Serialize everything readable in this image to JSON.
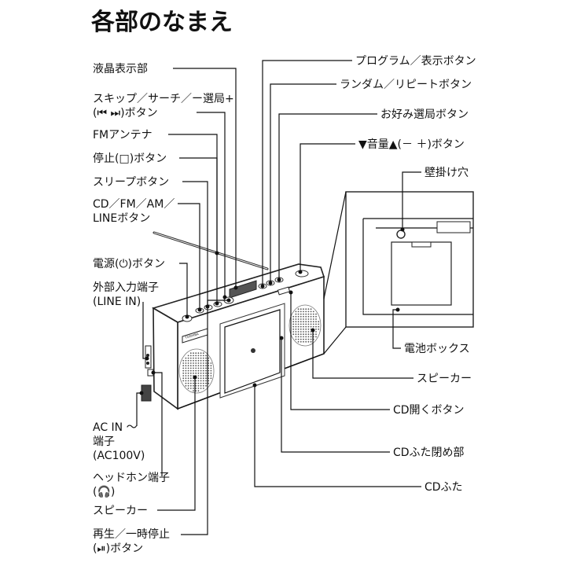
{
  "title": "各部のなまえ",
  "labels": {
    "lcd": "液晶表示部",
    "skip_1": "スキップ／サーチ／ー選局+",
    "skip_2": "(⏮ ⏭)ボタン",
    "fm_antenna": "FMアンテナ",
    "stop": "停止(□)ボタン",
    "sleep": "スリープボタン",
    "source_1": "CD／FM／AM／",
    "source_2": "LINEボタン",
    "power": "電源(⏻)ボタン",
    "ext_in_1": "外部入力端子",
    "ext_in_2": "(LINE IN)",
    "ac_1": "AC IN ～",
    "ac_2": "端子",
    "ac_3": "(AC100V)",
    "headphone_1": "ヘッドホン端子",
    "headphone_2": "(🎧)",
    "speaker_left": "スピーカー",
    "play_1": "再生／一時停止",
    "play_2": "(⏯)ボタン",
    "program": "プログラム／表示ボタン",
    "random": "ランダム／リピートボタン",
    "preset": "お好み選局ボタン",
    "volume": "▼音量▲(－ ＋)ボタン",
    "wall_hole": "壁掛け穴",
    "battery": "電池ボックス",
    "speaker_right": "スピーカー",
    "cd_open": "CD開くボタン",
    "cd_lid_close": "CDふた閉め部",
    "cd_lid": "CDふた"
  },
  "brand_mark": "TOSHIBA"
}
